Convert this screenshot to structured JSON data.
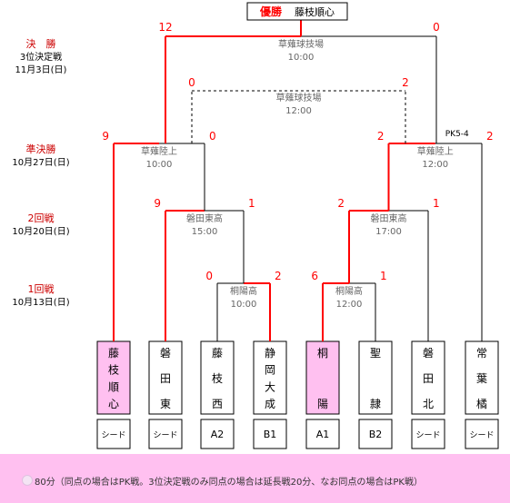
{
  "champion": {
    "label": "優勝",
    "name": "藤枝順心"
  },
  "rounds": [
    {
      "id": "final",
      "name": "決　勝",
      "sub": "3位決定戦",
      "date": "11月3日(日)"
    },
    {
      "id": "semi",
      "name": "準決勝",
      "date": "10月27日(日)"
    },
    {
      "id": "r2",
      "name": "2回戦",
      "date": "10月20日(日)"
    },
    {
      "id": "r1",
      "name": "1回戦",
      "date": "10月13日(日)"
    }
  ],
  "teams": [
    {
      "name": "藤枝順心",
      "seed": "シード",
      "highlight": true
    },
    {
      "name": "磐田東",
      "seed": "シード",
      "highlight": false
    },
    {
      "name": "藤枝西",
      "seed": "A2",
      "highlight": false
    },
    {
      "name": "静岡大成",
      "seed": "B1",
      "highlight": false
    },
    {
      "name": "桐陽",
      "seed": "A1",
      "highlight": true
    },
    {
      "name": "聖隷",
      "seed": "B2",
      "highlight": false
    },
    {
      "name": "磐田北",
      "seed": "シード",
      "highlight": false
    },
    {
      "name": "常葉橘",
      "seed": "シード",
      "highlight": false
    }
  ],
  "matches": [
    {
      "id": "m1",
      "venue": "桐陽高",
      "time": "10:00",
      "scoreL": "0",
      "scoreR": "2"
    },
    {
      "id": "m2",
      "venue": "桐陽高",
      "time": "12:00",
      "scoreL": "6",
      "scoreR": "1"
    },
    {
      "id": "m3",
      "venue": "磐田東高",
      "time": "15:00",
      "scoreL": "9",
      "scoreR": "1"
    },
    {
      "id": "m4",
      "venue": "磐田東高",
      "time": "17:00",
      "scoreL": "2",
      "scoreR": "1"
    },
    {
      "id": "m5",
      "venue": "草薙陸上",
      "time": "10:00",
      "scoreL": "9",
      "scoreR": "0"
    },
    {
      "id": "m6",
      "venue": "草薙陸上",
      "time": "12:00",
      "scoreL": "2",
      "scoreR": "2",
      "note": "PK5-4"
    },
    {
      "id": "third",
      "venue": "草薙球技場",
      "time": "12:00",
      "scoreL": "0",
      "scoreR": "2"
    },
    {
      "id": "final",
      "venue": "草薙球技場",
      "time": "10:00",
      "scoreL": "12",
      "scoreR": "0"
    }
  ],
  "footer": {
    "text": "80分（同点の場合はPK戦。3位決定戦のみ同点の場合は延長戦20分、なお同点の場合はPK戦）"
  },
  "colors": {
    "win": "#ff0000",
    "lose": "#000000",
    "text": "#666666",
    "roundLabel": "#cc0000",
    "highlight": "#ffc0f0"
  }
}
